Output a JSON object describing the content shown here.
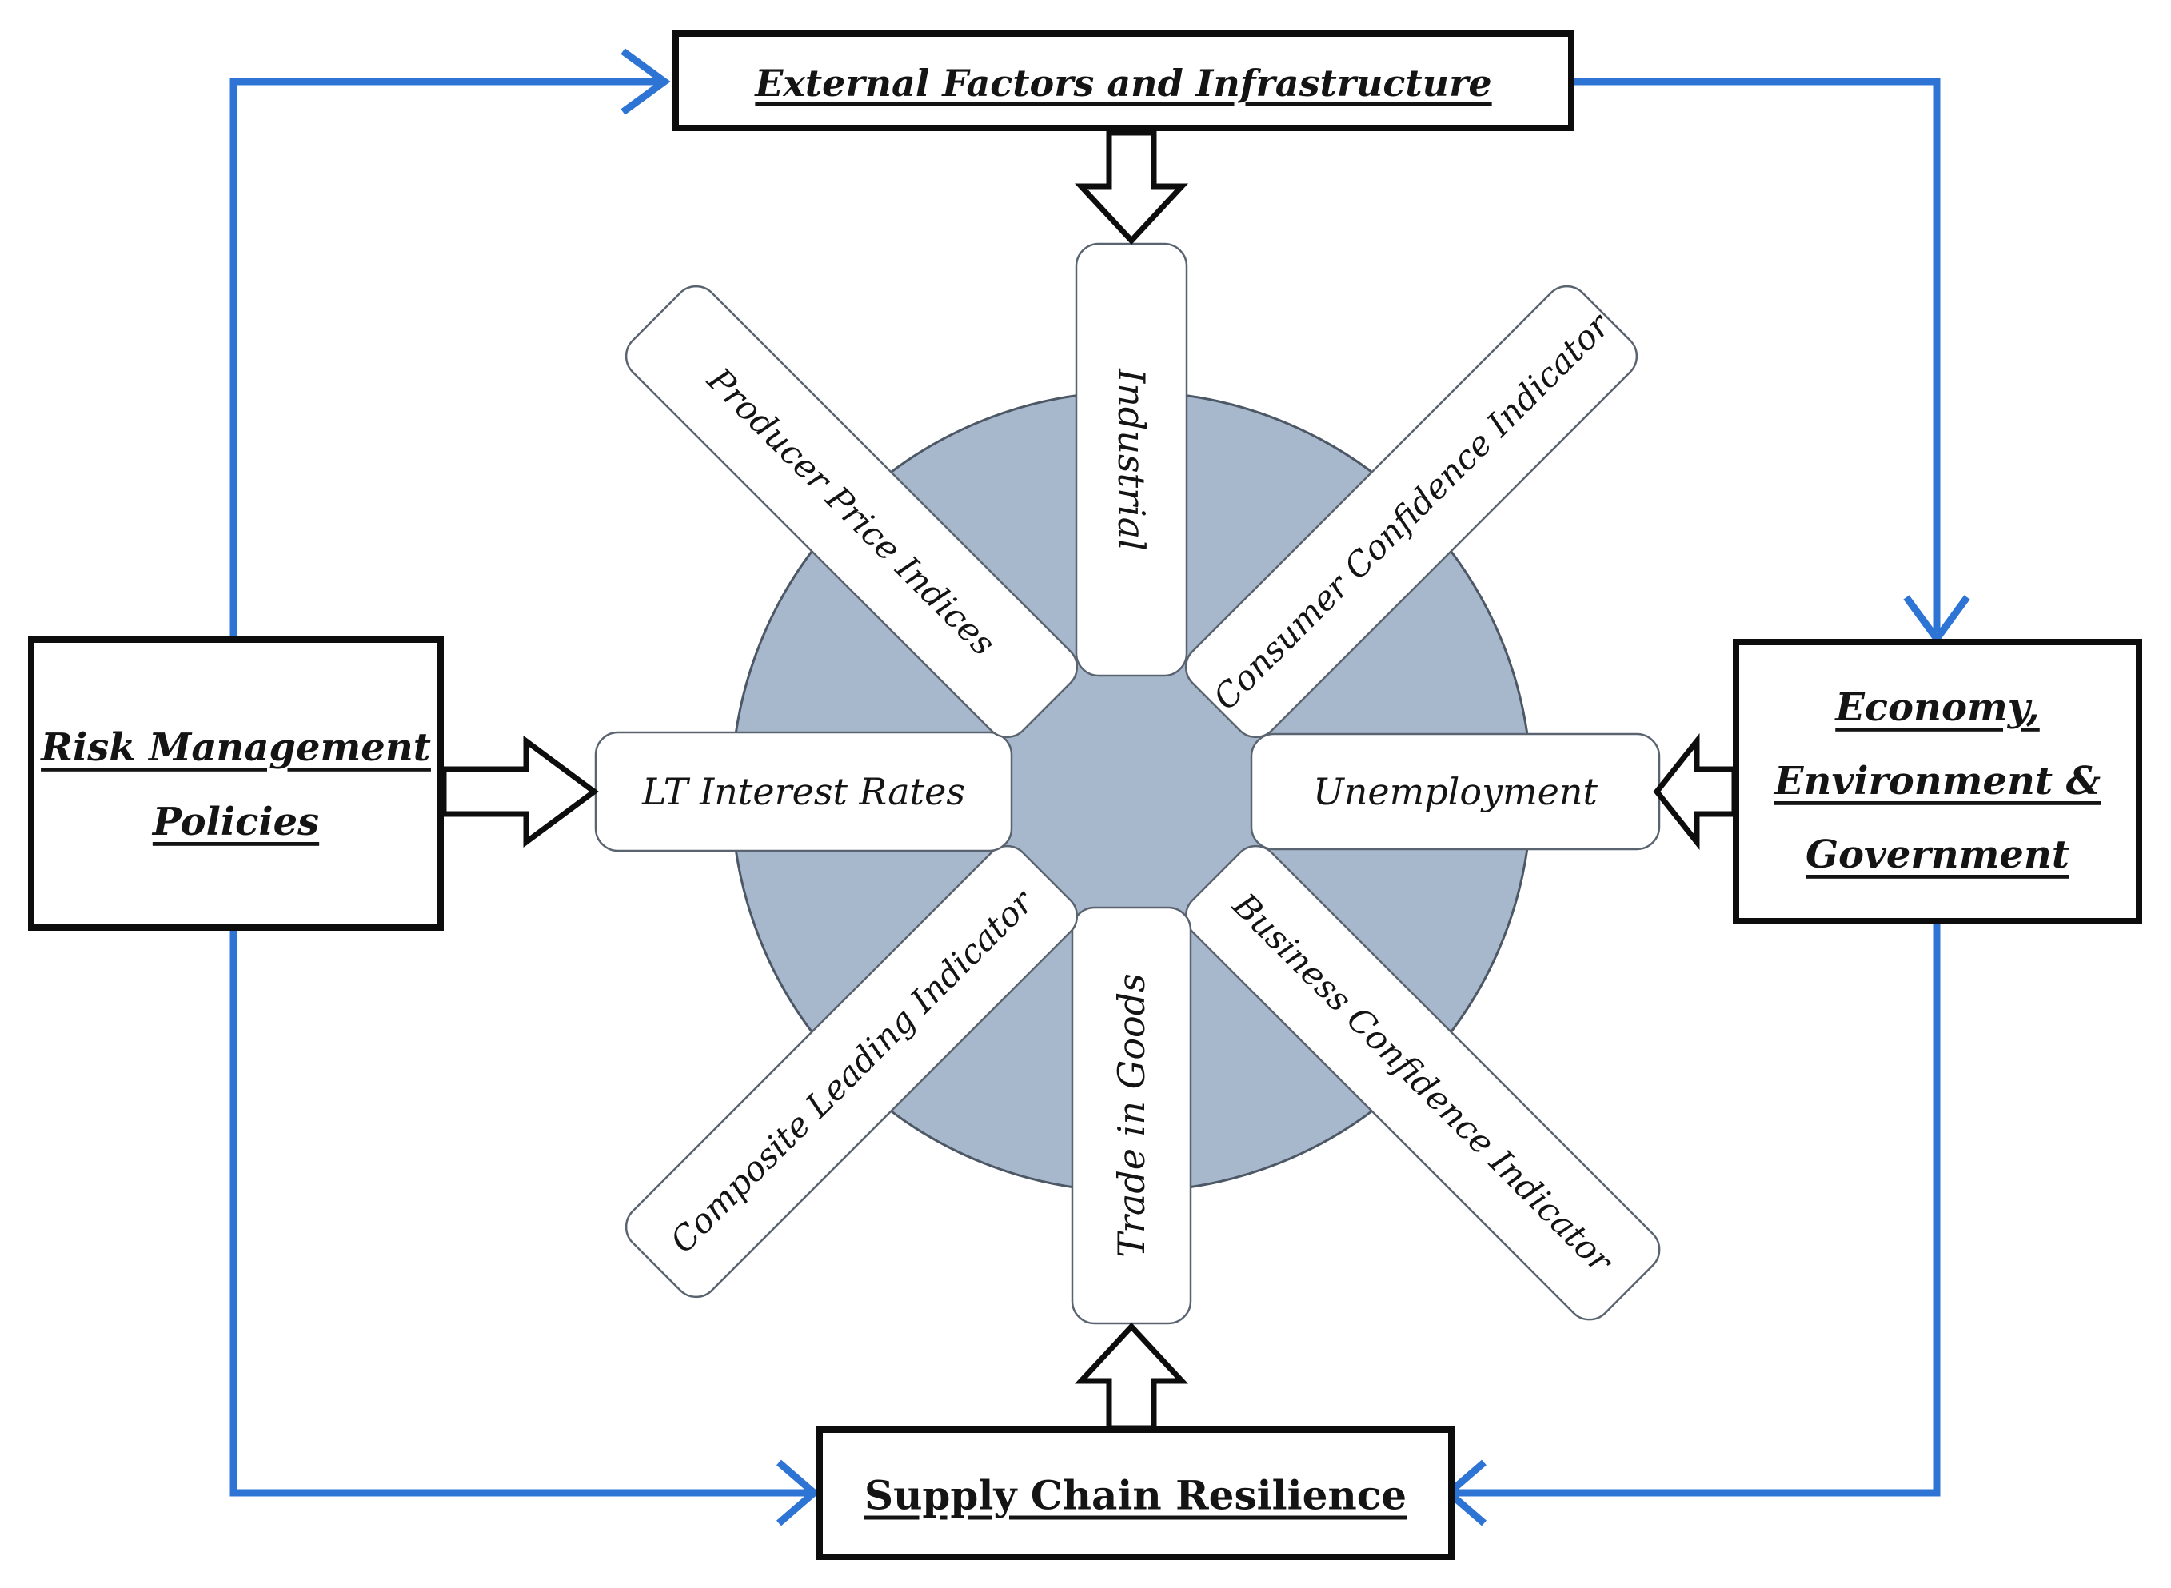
{
  "diagram": {
    "title": "Supply chain resilience indicator wheel",
    "outer_boxes": {
      "external": {
        "label": "External Factors and Infrastructure"
      },
      "risk": {
        "lines": [
          "Risk Management",
          "Policies"
        ]
      },
      "economy": {
        "lines": [
          "Economy,",
          "Environment &",
          "Government"
        ]
      },
      "supply": {
        "label": "Supply Chain Resilience"
      }
    },
    "spokes": [
      {
        "id": "industrial",
        "label": "Industrial",
        "position": "top"
      },
      {
        "id": "consumer-confidence-indicator",
        "label": "Consumer Confidence Indicator",
        "position": "top-right"
      },
      {
        "id": "unemployment",
        "label": "Unemployment",
        "position": "right"
      },
      {
        "id": "business-confidence-indicator",
        "label": "Business Confidence Indicator",
        "position": "bottom-right"
      },
      {
        "id": "trade-in-goods",
        "label": "Trade in Goods",
        "position": "bottom"
      },
      {
        "id": "composite-leading-indicator",
        "label": "Composite Leading Indicator",
        "position": "bottom-left"
      },
      {
        "id": "lt-interest-rates",
        "label": "LT Interest Rates",
        "position": "left"
      },
      {
        "id": "producer-price-indices",
        "label": "Producer Price Indices",
        "position": "top-left"
      }
    ],
    "connections": [
      {
        "from": "risk",
        "to": "external",
        "style": "blue-arrow"
      },
      {
        "from": "external",
        "to": "economy",
        "style": "blue-arrow"
      },
      {
        "from": "economy",
        "to": "supply",
        "style": "blue-arrow"
      },
      {
        "from": "risk",
        "to": "supply",
        "style": "blue-arrow"
      },
      {
        "from": "external",
        "to": "industrial",
        "style": "block-arrow"
      },
      {
        "from": "risk",
        "to": "lt-interest-rates",
        "style": "block-arrow"
      },
      {
        "from": "economy",
        "to": "unemployment",
        "style": "block-arrow"
      },
      {
        "from": "supply",
        "to": "trade-in-goods",
        "style": "block-arrow"
      }
    ],
    "colors": {
      "hub_fill": "#a8b8cc",
      "hub_stroke": "#4d5866",
      "spoke_stroke": "#5a6470",
      "connector_blue": "#2e74d4",
      "box_border": "#0d0d0d",
      "text": "#141414"
    }
  }
}
